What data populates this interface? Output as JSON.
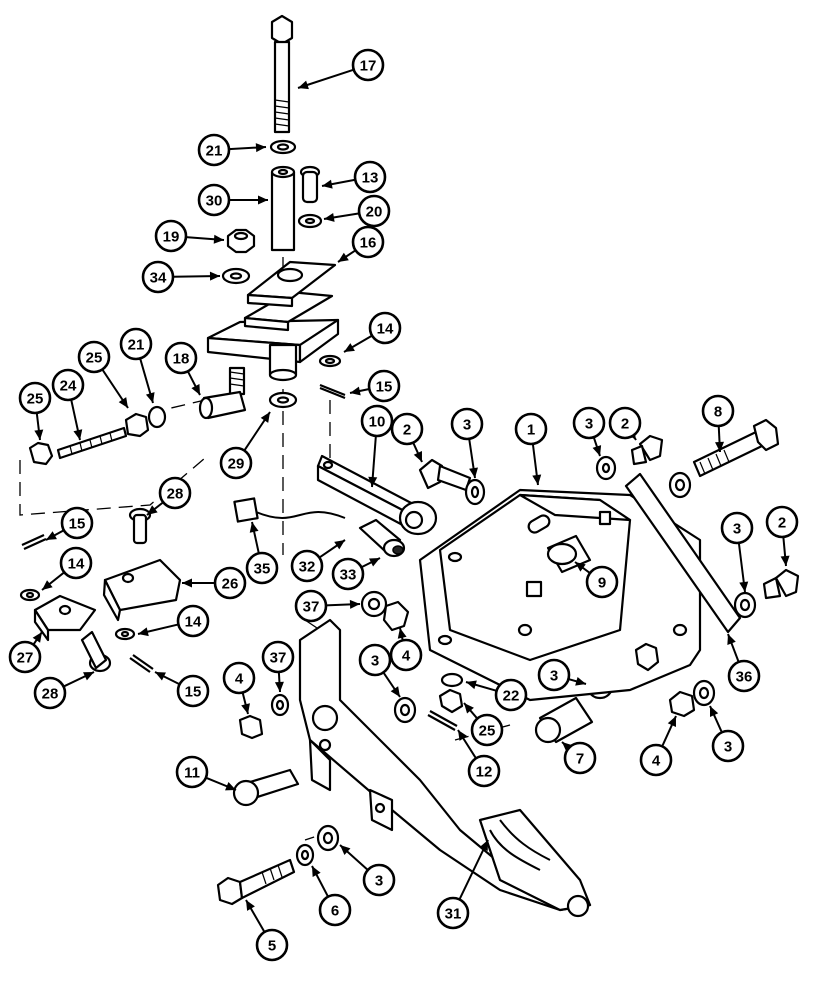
{
  "callouts": [
    {
      "id": "c17",
      "label": "17"
    },
    {
      "id": "c21a",
      "label": "21"
    },
    {
      "id": "c13",
      "label": "13"
    },
    {
      "id": "c30",
      "label": "30"
    },
    {
      "id": "c20",
      "label": "20"
    },
    {
      "id": "c19",
      "label": "19"
    },
    {
      "id": "c16",
      "label": "16"
    },
    {
      "id": "c34",
      "label": "34"
    },
    {
      "id": "c14a",
      "label": "14"
    },
    {
      "id": "c25a",
      "label": "25"
    },
    {
      "id": "c21b",
      "label": "21"
    },
    {
      "id": "c18",
      "label": "18"
    },
    {
      "id": "c15a",
      "label": "15"
    },
    {
      "id": "c25b",
      "label": "25"
    },
    {
      "id": "c24",
      "label": "24"
    },
    {
      "id": "c29",
      "label": "29"
    },
    {
      "id": "c10",
      "label": "10"
    },
    {
      "id": "c2a",
      "label": "2"
    },
    {
      "id": "c3a",
      "label": "3"
    },
    {
      "id": "c1",
      "label": "1"
    },
    {
      "id": "c3b",
      "label": "3"
    },
    {
      "id": "c2b",
      "label": "2"
    },
    {
      "id": "c8",
      "label": "8"
    },
    {
      "id": "c28a",
      "label": "28"
    },
    {
      "id": "c15b",
      "label": "15"
    },
    {
      "id": "c14b",
      "label": "14"
    },
    {
      "id": "c26",
      "label": "26"
    },
    {
      "id": "c35",
      "label": "35"
    },
    {
      "id": "c32",
      "label": "32"
    },
    {
      "id": "c33",
      "label": "33"
    },
    {
      "id": "c9",
      "label": "9"
    },
    {
      "id": "c3c",
      "label": "3"
    },
    {
      "id": "c2c",
      "label": "2"
    },
    {
      "id": "c27",
      "label": "27"
    },
    {
      "id": "c14c",
      "label": "14"
    },
    {
      "id": "c37a",
      "label": "37"
    },
    {
      "id": "c4a",
      "label": "4"
    },
    {
      "id": "c28b",
      "label": "28"
    },
    {
      "id": "c15c",
      "label": "15"
    },
    {
      "id": "c3d",
      "label": "3"
    },
    {
      "id": "c36",
      "label": "36"
    },
    {
      "id": "c4b",
      "label": "4"
    },
    {
      "id": "c37b",
      "label": "37"
    },
    {
      "id": "c3e",
      "label": "3"
    },
    {
      "id": "c22",
      "label": "22"
    },
    {
      "id": "c25c",
      "label": "25"
    },
    {
      "id": "c7",
      "label": "7"
    },
    {
      "id": "c12",
      "label": "12"
    },
    {
      "id": "c4c",
      "label": "4"
    },
    {
      "id": "c3f",
      "label": "3"
    },
    {
      "id": "c11",
      "label": "11"
    },
    {
      "id": "c3g",
      "label": "3"
    },
    {
      "id": "c6",
      "label": "6"
    },
    {
      "id": "c31",
      "label": "31"
    },
    {
      "id": "c5",
      "label": "5"
    }
  ]
}
